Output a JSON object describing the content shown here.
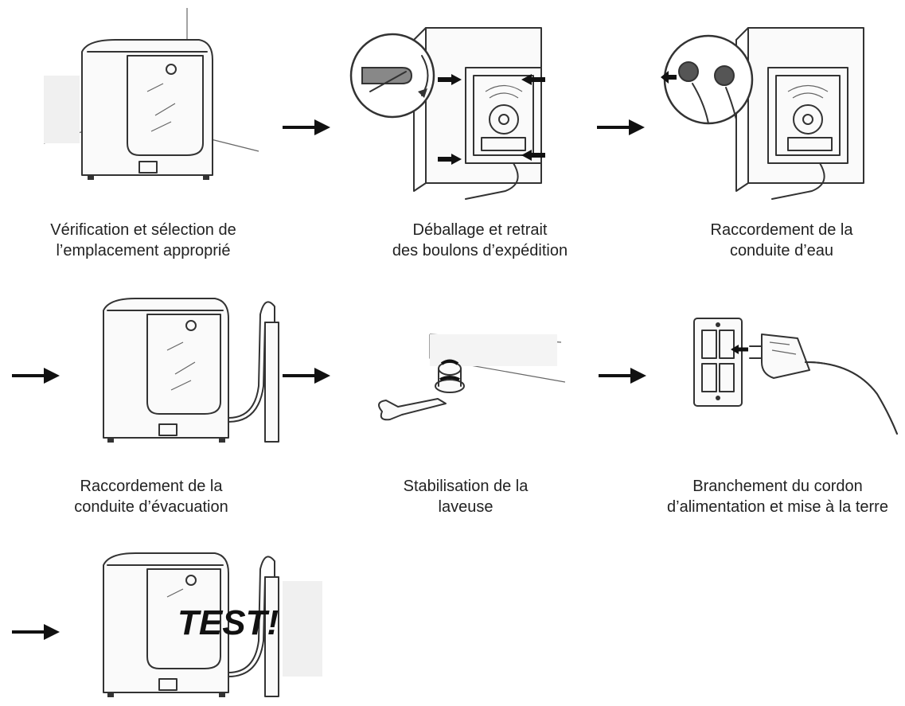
{
  "steps": [
    {
      "line1": "Vérification et sélection de",
      "line2": "l’emplacement approprié"
    },
    {
      "line1": "Déballage et retrait",
      "line2": "des boulons d’expédition"
    },
    {
      "line1": "Raccordement de la",
      "line2": "conduite d’eau"
    },
    {
      "line1": "Raccordement de la",
      "line2": "conduite d’évacuation"
    },
    {
      "line1": "Stabilisation de la",
      "line2": "laveuse"
    },
    {
      "line1": "Branchement du cordon",
      "line2": "d’alimentation et mise à la terre"
    }
  ],
  "test_label": "TEST!"
}
